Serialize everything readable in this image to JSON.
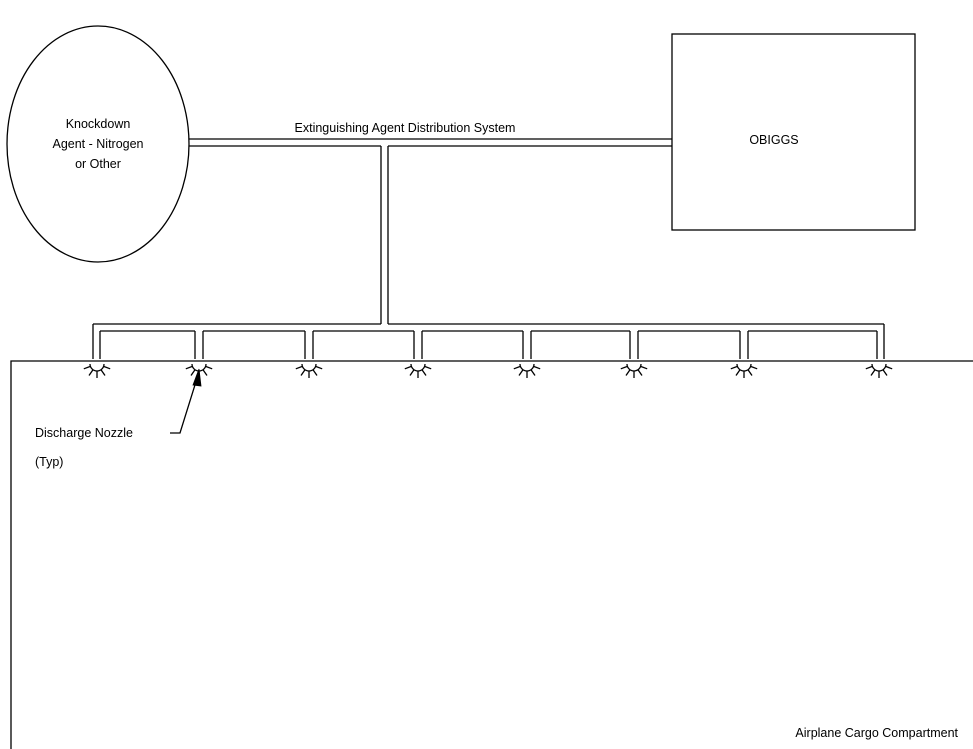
{
  "diagram": {
    "source": {
      "label_lines": [
        "Knockdown",
        "Agent - Nitrogen",
        "or Other"
      ]
    },
    "obiggs": {
      "label": "OBIGGS"
    },
    "distribution": {
      "label": "Extinguishing Agent Distribution System"
    },
    "nozzle": {
      "label": "Discharge Nozzle",
      "sublabel": "(Typ)",
      "count": 8
    },
    "compartment": {
      "label": "Airplane Cargo Compartment"
    }
  }
}
